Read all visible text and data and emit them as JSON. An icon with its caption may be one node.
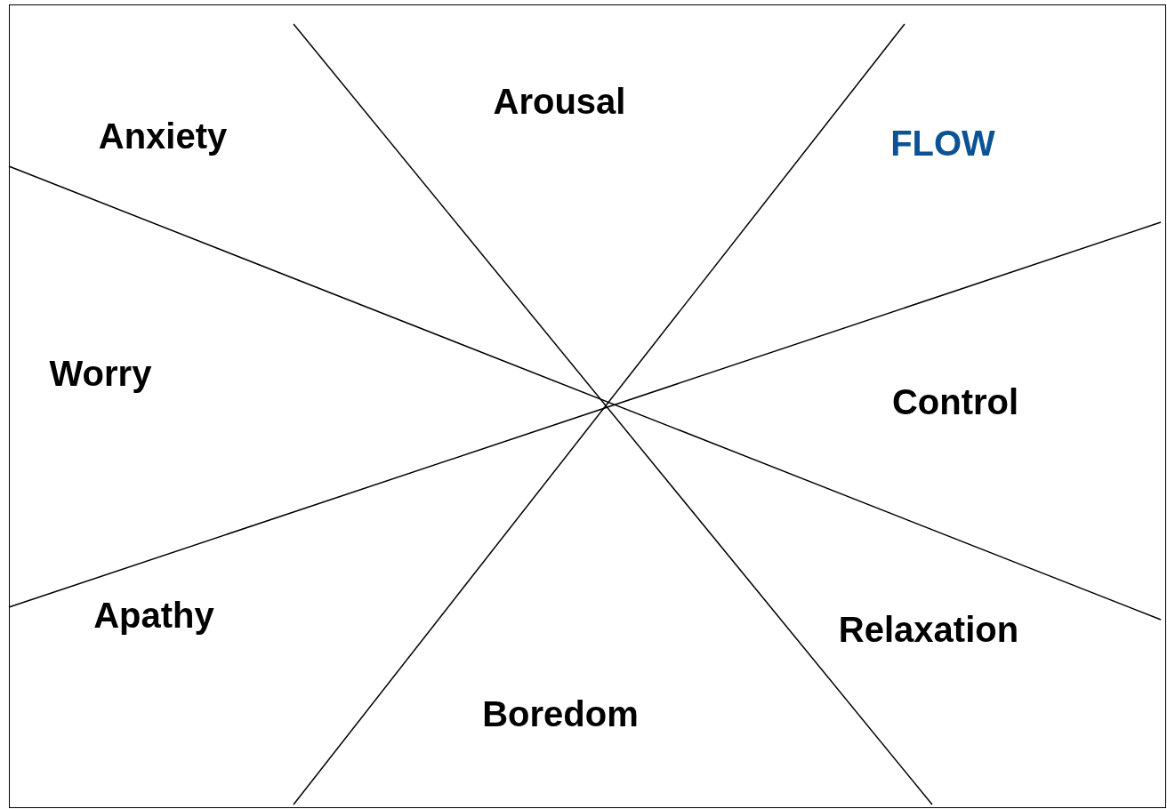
{
  "diagram": {
    "labels": [
      "Arousal",
      "Anxiety",
      "FLOW",
      "Worry",
      "Control",
      "Apathy",
      "Relaxation",
      "Boredom"
    ]
  }
}
